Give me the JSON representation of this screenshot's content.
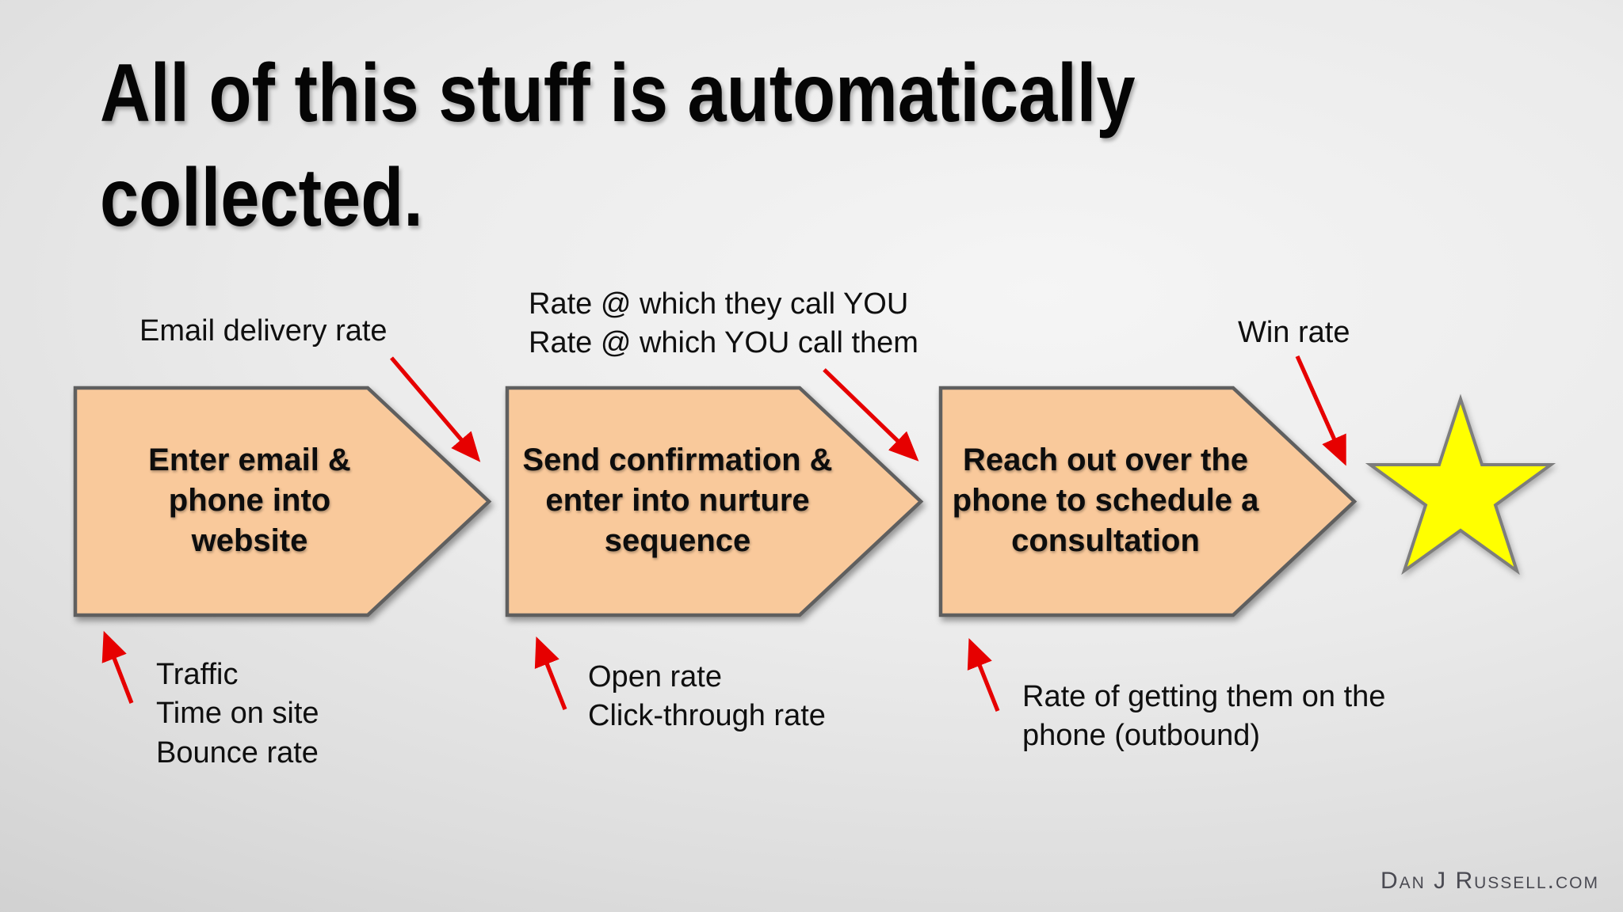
{
  "slide": {
    "title": "All of this stuff is automatically\ncollected.",
    "watermark": "Dan J Russell.com"
  },
  "process": {
    "steps": [
      {
        "label": "Enter email &\nphone into\nwebsite"
      },
      {
        "label": "Send confirmation &\nenter into nurture\nsequence"
      },
      {
        "label": "Reach out over the\nphone to schedule a\nconsultation"
      }
    ],
    "outcome_icon": "star-icon"
  },
  "annotations": {
    "email_delivery": "Email delivery rate",
    "call_rates": "Rate @ which they call YOU\nRate @ which YOU call them",
    "win_rate": "Win rate",
    "site_metrics": "Traffic\nTime on site\nBounce rate",
    "email_metrics": "Open rate\nClick-through rate",
    "phone_metrics": "Rate of getting them on the\nphone (outbound)"
  },
  "icons": {
    "outcome": "star-icon",
    "pointer": "red-arrow-icon"
  },
  "colors": {
    "step_fill": "#f9c99b",
    "step_border": "#5f5f5f",
    "star_fill": "#ffff00",
    "star_border": "#7d7d7d",
    "annotation_arrow": "#e60000",
    "title_text": "#050505"
  }
}
